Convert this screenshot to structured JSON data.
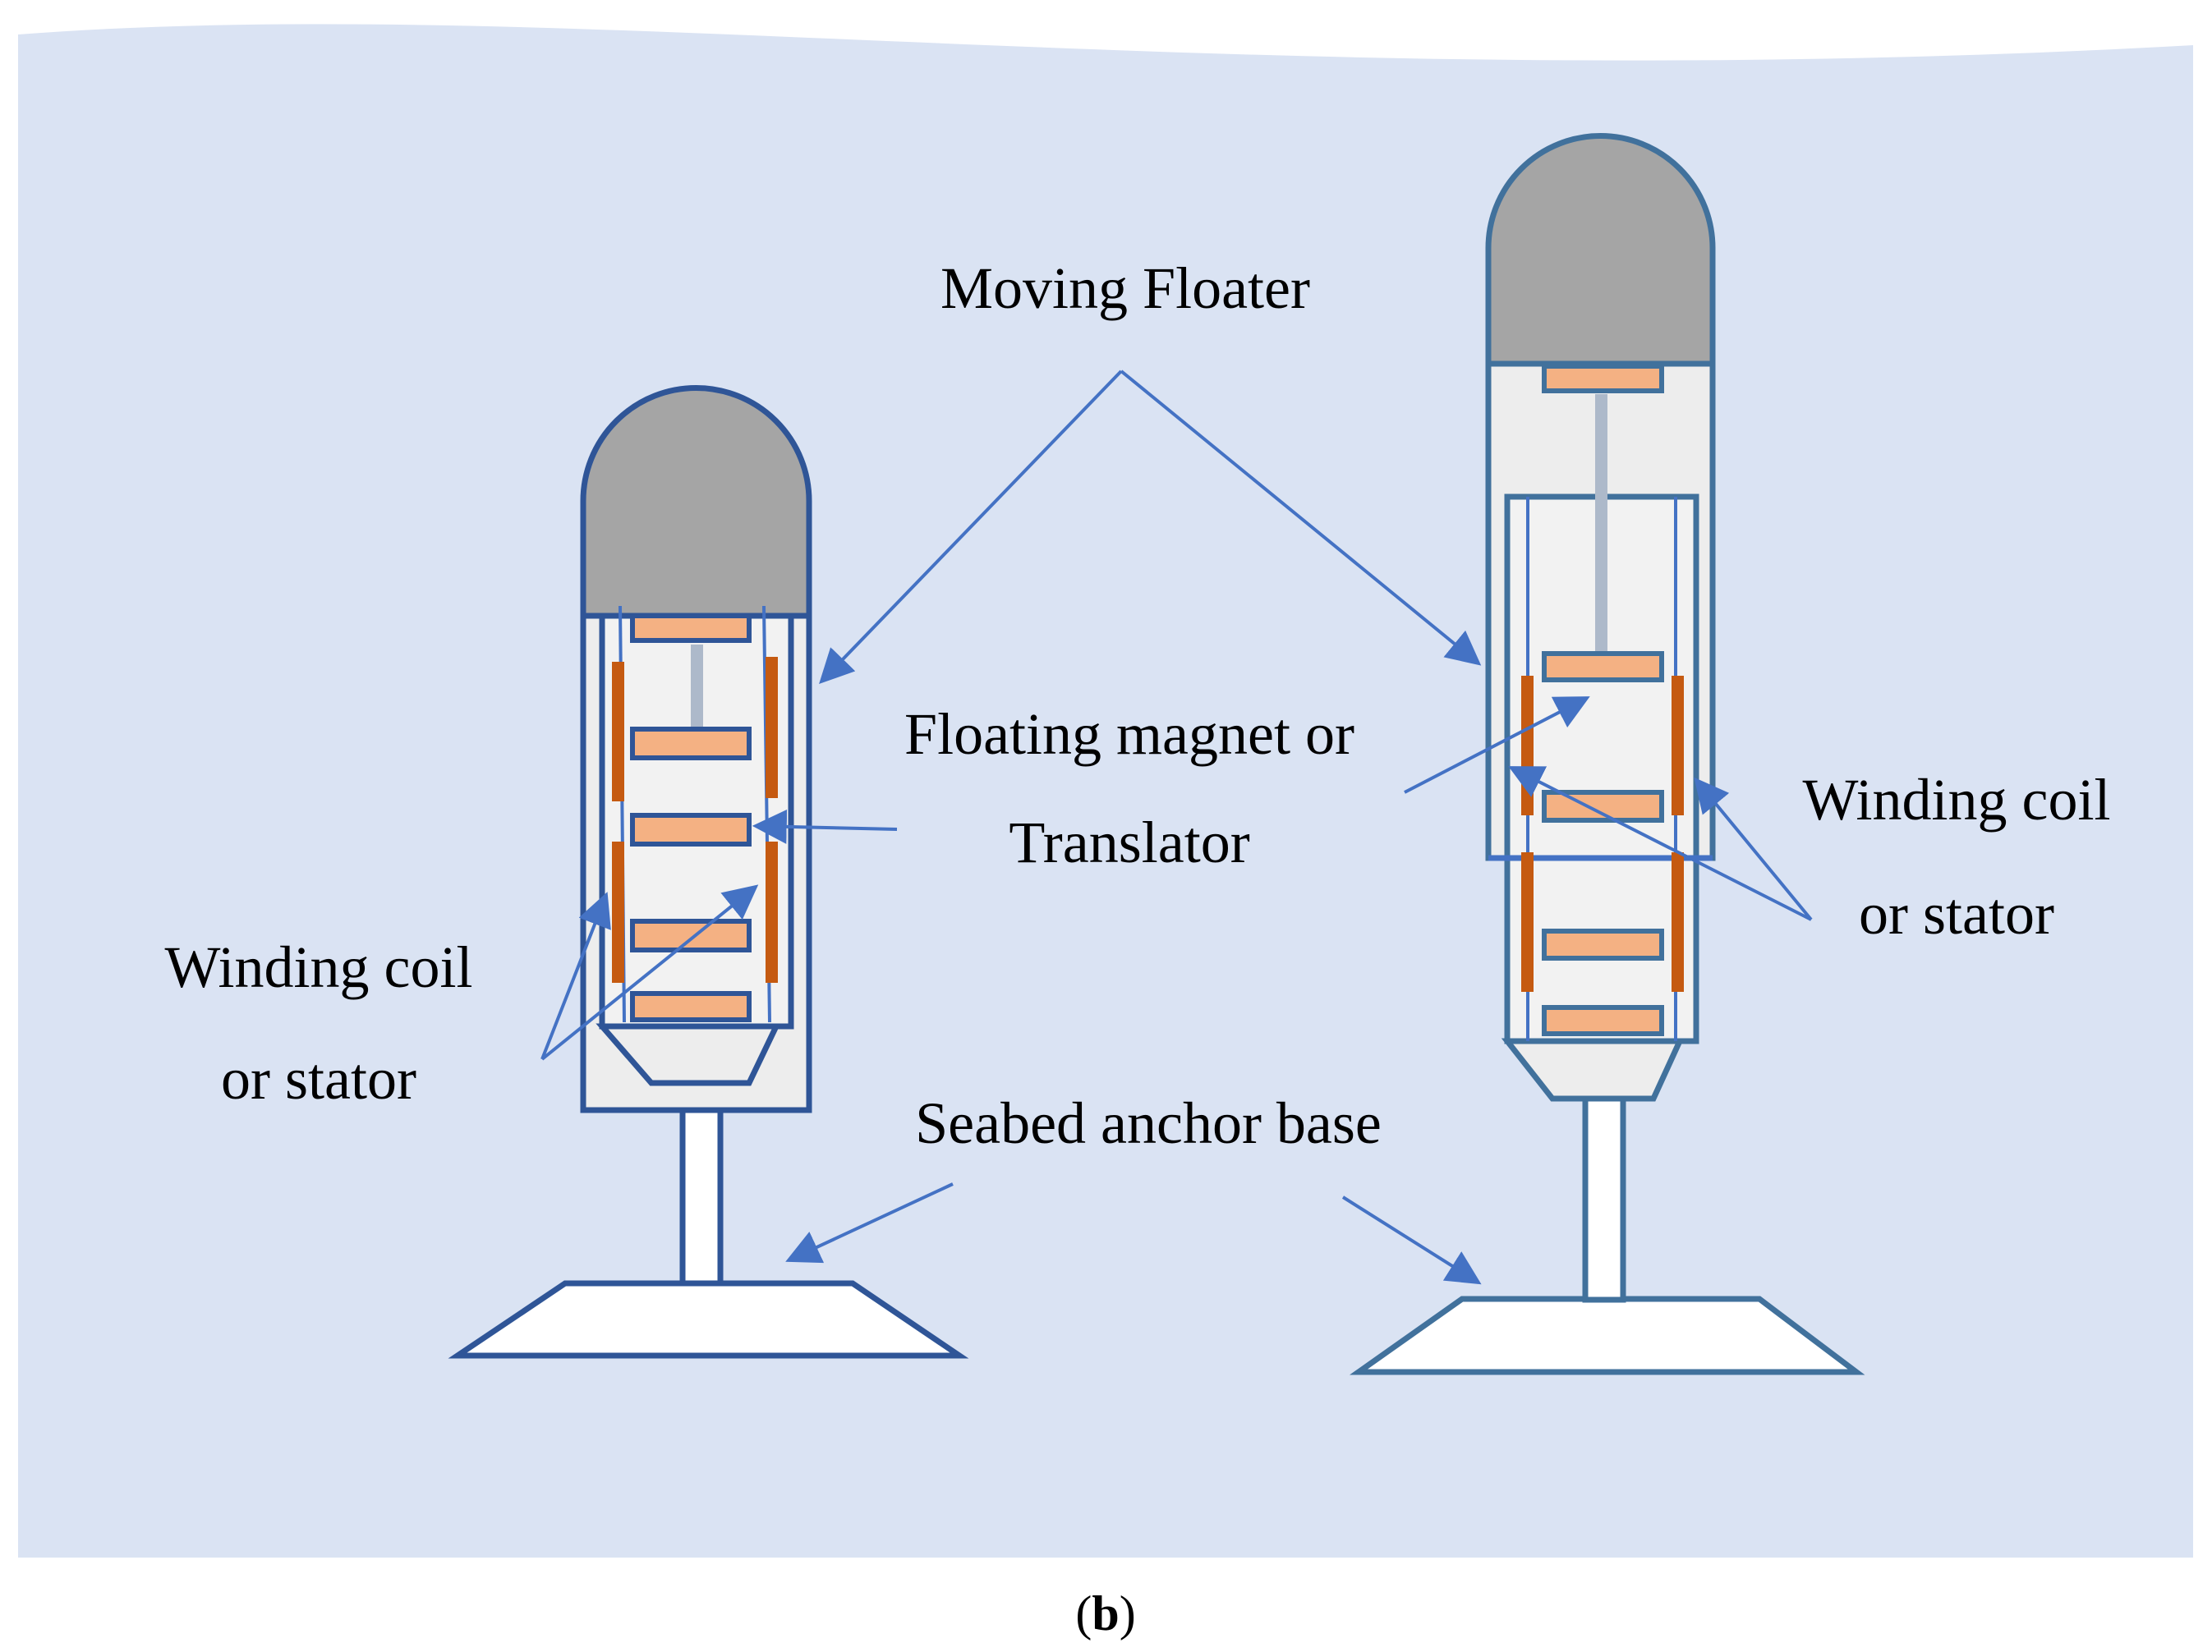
{
  "labels": {
    "moving_floater": "Moving Floater",
    "floating_magnet_line1": "Floating magnet or",
    "floating_magnet_line2": "Translator",
    "winding_left_line1": "Winding coil",
    "winding_left_line2": "or stator",
    "winding_right_line1": "Winding coil",
    "winding_right_line2": "or stator",
    "seabed_anchor": "Seabed anchor base"
  },
  "caption": {
    "open": "(",
    "letter": "b",
    "close": ")"
  },
  "colors": {
    "sea_background": "#dae3f3",
    "float_cap": "#a5a5a5",
    "body_fill": "#ededed",
    "inner_fill": "#f2f2f2",
    "outline_left": "#2f5597",
    "outline_right": "#41719c",
    "magnet": "#f4b183",
    "coil": "#c55a11",
    "arrow": "#4472c4",
    "rod": "#adb9ca"
  }
}
